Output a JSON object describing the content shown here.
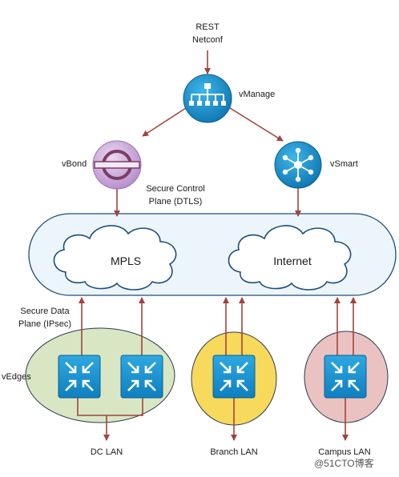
{
  "inputs": {
    "rest": "REST",
    "netconf": "Netconf"
  },
  "nodes": {
    "vmanage": "vManage",
    "vbond": "vBond",
    "vsmart": "vSmart"
  },
  "control_plane": {
    "line1": "Secure Control",
    "line2": "Plane (DTLS)"
  },
  "transport": {
    "mpls": "MPLS",
    "internet": "Internet"
  },
  "data_plane": {
    "line1": "Secure Data",
    "line2": "Plane (IPsec)"
  },
  "edges_label": "vEdges",
  "lans": {
    "dc": "DC LAN",
    "branch": "Branch LAN",
    "campus": "Campus LAN"
  },
  "watermark": "@51CTO博客",
  "colors": {
    "arrow": "#a0443e",
    "device_blue": "#1a9ad6",
    "device_dark": "#0e6fa8",
    "vbond_purple": "#c9a3d6",
    "cloud_fill": "#ecf5fb",
    "cloud_stroke": "#1e4e7a",
    "dc_site": "#d9e6c4",
    "branch_site": "#f7d95c",
    "campus_site": "#ebc2c2"
  }
}
